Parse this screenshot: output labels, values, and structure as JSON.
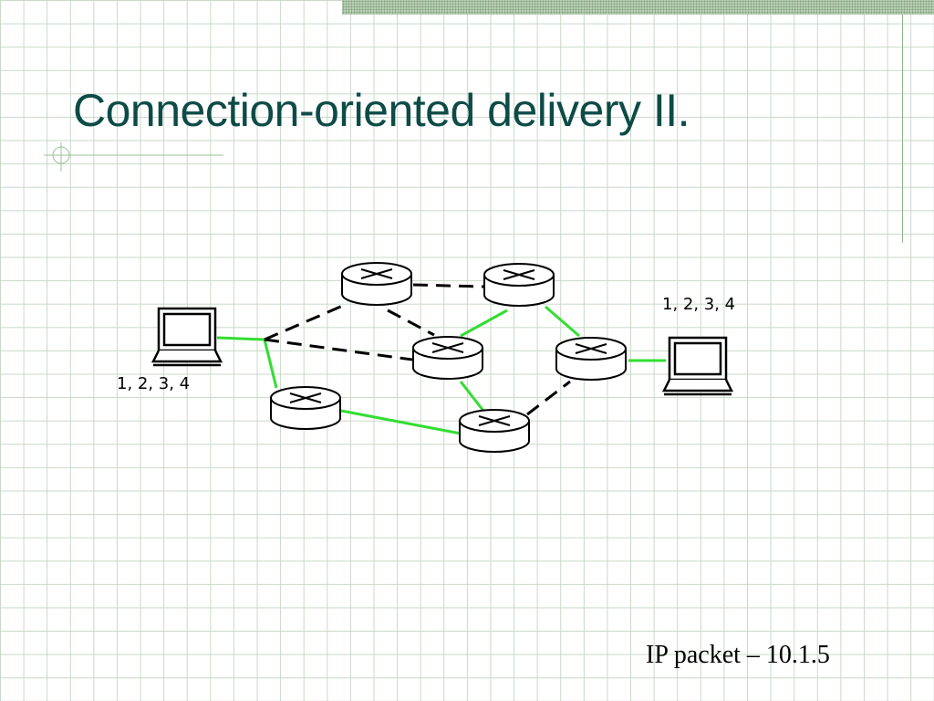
{
  "slide": {
    "title": "Connection-oriented delivery II.",
    "footer": "IP packet – 10.1.5"
  },
  "diagram": {
    "nodes": [
      {
        "id": "host-left",
        "kind": "laptop",
        "label": "1, 2, 3, 4"
      },
      {
        "id": "host-right",
        "kind": "laptop",
        "label": "1, 2, 3, 4"
      },
      {
        "id": "router-top-left",
        "kind": "router"
      },
      {
        "id": "router-top-right",
        "kind": "router"
      },
      {
        "id": "router-center",
        "kind": "router"
      },
      {
        "id": "router-right",
        "kind": "router"
      },
      {
        "id": "router-bottom-left",
        "kind": "router"
      },
      {
        "id": "router-bottom-center",
        "kind": "router"
      }
    ],
    "links": [
      {
        "from": "host-left",
        "to": "branch-point",
        "style": "active"
      },
      {
        "from": "branch-point",
        "to": "router-bottom-left",
        "style": "active"
      },
      {
        "from": "router-bottom-left",
        "to": "router-bottom-center",
        "style": "active"
      },
      {
        "from": "router-bottom-center",
        "to": "router-center",
        "style": "active"
      },
      {
        "from": "router-center",
        "to": "router-top-right",
        "style": "active"
      },
      {
        "from": "router-top-right",
        "to": "router-right",
        "style": "active"
      },
      {
        "from": "router-right",
        "to": "host-right",
        "style": "active"
      },
      {
        "from": "branch-point",
        "to": "router-top-left",
        "style": "dashed"
      },
      {
        "from": "branch-point",
        "to": "router-center",
        "style": "dashed"
      },
      {
        "from": "router-top-left",
        "to": "router-top-right",
        "style": "dashed"
      },
      {
        "from": "router-top-left",
        "to": "router-center",
        "style": "dashed"
      },
      {
        "from": "router-bottom-center",
        "to": "router-right",
        "style": "dashed"
      }
    ],
    "colors": {
      "active_link": "#33dd33",
      "dashed_link": "#000000",
      "title": "#0d4b46"
    }
  }
}
